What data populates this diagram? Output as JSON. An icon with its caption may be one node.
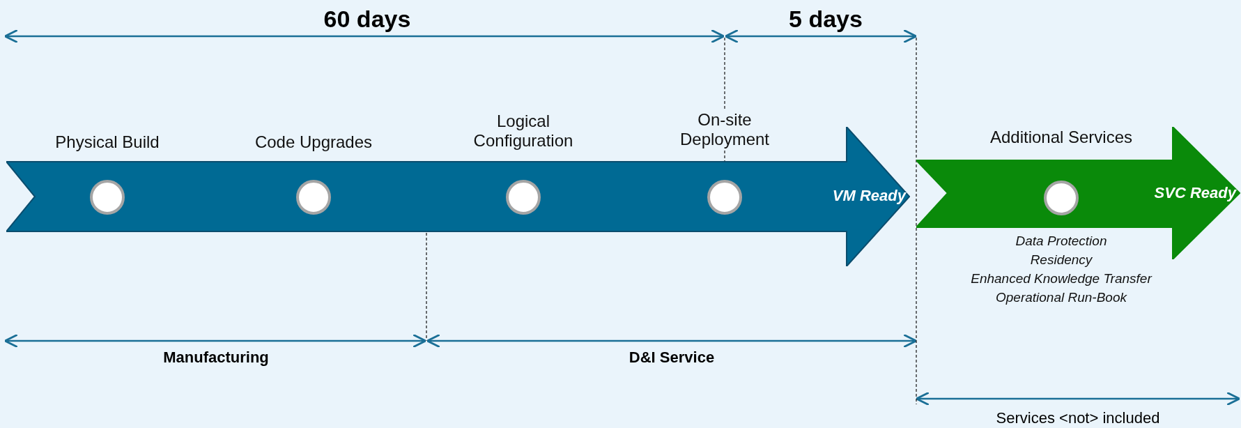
{
  "diagram": {
    "nodes": [
      {
        "text": [
          "VM Ready"
        ]
      },
      {
        "text": [
          "Physical Build"
        ],
        "in": 0
      },
      {
        "text": [
          "Code Upgrades"
        ],
        "in": 0
      },
      {
        "text": [
          "Logical Configuration"
        ],
        "in": 0
      },
      {
        "text": [
          "On-site Deployment"
        ],
        "in": 0
      },
      {
        "text": [
          "SVC Ready"
        ]
      },
      {
        "text": [
          "Additional Services"
        ],
        "in": 5,
        "beside": [
          "Data Protection",
          "Residency",
          "Enhanced Knowledge Transfer",
          "Operational Run-Book"
        ]
      }
    ],
    "edges": [],
    "labels": [
      "60 days",
      "5 days",
      "Manufacturing",
      "D&I Service",
      "Services <not> included"
    ]
  }
}
